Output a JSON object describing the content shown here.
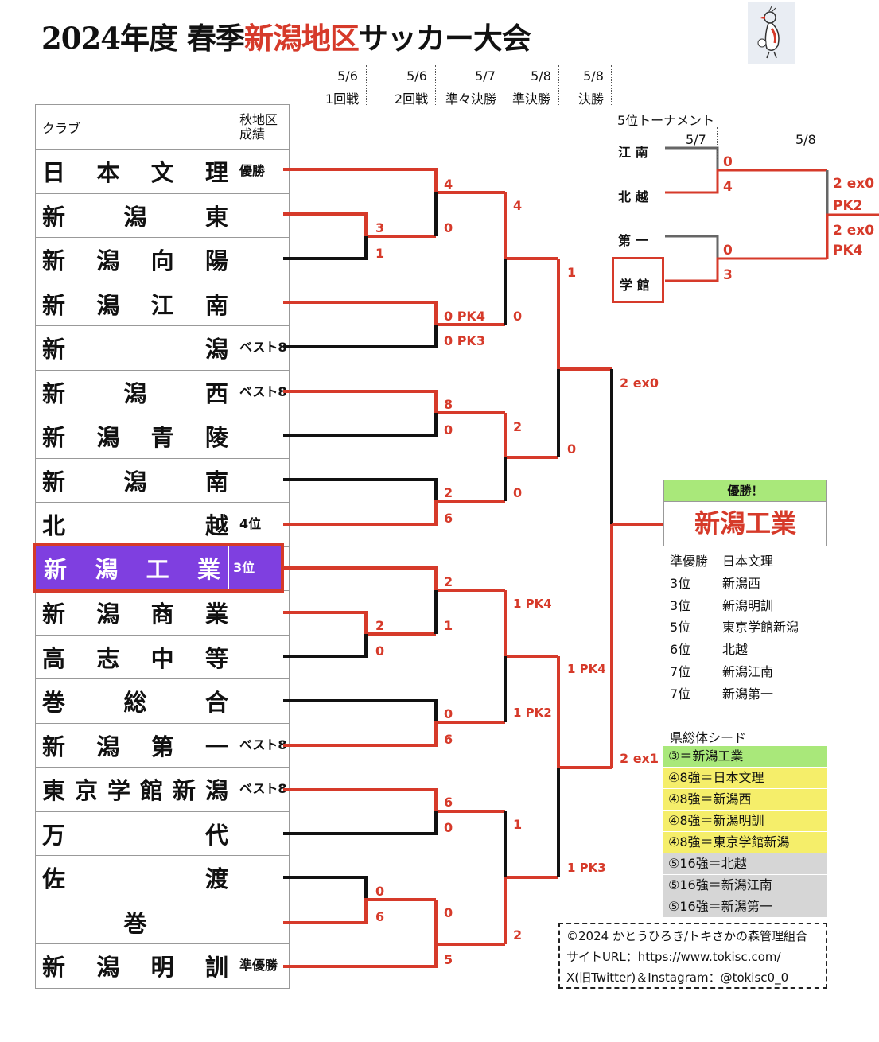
{
  "title": {
    "year": "2024年度 春季",
    "region": "新潟地区",
    "rest": "サッカー大会"
  },
  "mascot_icon": "bird-mascot-icon",
  "colors": {
    "red": "#d63a2a",
    "highlight": "#7f3fe0",
    "green": "#a9e87a",
    "yellow": "#f5ee6a",
    "gray": "#d6d6d6"
  },
  "rounds": [
    {
      "date": "5/6",
      "name": "1回戦"
    },
    {
      "date": "5/6",
      "name": "2回戦"
    },
    {
      "date": "5/7",
      "name": "準々決勝"
    },
    {
      "date": "5/8",
      "name": "準決勝"
    },
    {
      "date": "5/8",
      "name": "決勝"
    }
  ],
  "table_header": {
    "club": "クラブ",
    "record": "秋地区\n成績"
  },
  "teams": [
    {
      "name": "日本文理",
      "record": "優勝"
    },
    {
      "name": "新潟東",
      "record": ""
    },
    {
      "name": "新潟向陽",
      "record": ""
    },
    {
      "name": "新潟江南",
      "record": ""
    },
    {
      "name": "新潟",
      "record": "ベスト8"
    },
    {
      "name": "新潟西",
      "record": "ベスト8"
    },
    {
      "name": "新潟青陵",
      "record": ""
    },
    {
      "name": "新潟南",
      "record": ""
    },
    {
      "name": "北越",
      "record": "4位"
    },
    {
      "name": "新潟工業",
      "record": "3位"
    },
    {
      "name": "新潟商業",
      "record": ""
    },
    {
      "name": "高志中等",
      "record": ""
    },
    {
      "name": "巻総合",
      "record": ""
    },
    {
      "name": "新潟第一",
      "record": "ベスト8"
    },
    {
      "name": "東京学館新潟",
      "record": "ベスト8"
    },
    {
      "name": "万代",
      "record": ""
    },
    {
      "name": "佐渡",
      "record": ""
    },
    {
      "name": "巻",
      "record": ""
    },
    {
      "name": "新潟明訓",
      "record": "準優勝"
    }
  ],
  "scores": {
    "r1_a": [
      "3",
      "1"
    ],
    "r1_b": [
      "2",
      "0"
    ],
    "r1_c": [
      "0",
      "6"
    ],
    "r2": [
      [
        "4",
        "0"
      ],
      [
        "0 PK4",
        "0 PK3"
      ],
      [
        "8",
        "0"
      ],
      [
        "2",
        "6"
      ],
      [
        "2",
        "1"
      ],
      [
        "0",
        "6"
      ],
      [
        "6",
        "0"
      ],
      [
        "0",
        "5"
      ]
    ],
    "qf": [
      [
        "4",
        "0"
      ],
      [
        "2",
        "0"
      ],
      [
        "1 PK4",
        "1 PK2"
      ],
      [
        "1",
        "2"
      ]
    ],
    "sf": [
      [
        "1",
        "0"
      ],
      [
        "1 PK4",
        "1 PK3"
      ]
    ],
    "final": [
      "2 ex0",
      "2 ex1"
    ]
  },
  "fifth": {
    "title": "5位トーナメント",
    "dates": [
      "5/7",
      "5/8"
    ],
    "teams": [
      "江 南",
      "北 越",
      "第 一",
      "学 館"
    ],
    "scores": [
      "0",
      "4",
      "0",
      "3"
    ],
    "final": [
      "2 ex0",
      "PK2",
      "2 ex0",
      "PK4"
    ]
  },
  "champion": {
    "label": "優勝！",
    "name": "新潟工業"
  },
  "ranking": [
    {
      "place": "準優勝",
      "team": "日本文理"
    },
    {
      "place": "3位",
      "team": "新潟西"
    },
    {
      "place": "3位",
      "team": "新潟明訓"
    },
    {
      "place": "5位",
      "team": "東京学館新潟"
    },
    {
      "place": "6位",
      "team": "北越"
    },
    {
      "place": "7位",
      "team": "新潟江南"
    },
    {
      "place": "7位",
      "team": "新潟第一"
    }
  ],
  "seed": {
    "title": "県総体シード",
    "items": [
      {
        "text": "③＝新潟工業",
        "tier": "green"
      },
      {
        "text": "④8強＝日本文理",
        "tier": "yellow"
      },
      {
        "text": "④8強＝新潟西",
        "tier": "yellow"
      },
      {
        "text": "④8強＝新潟明訓",
        "tier": "yellow"
      },
      {
        "text": "④8強＝東京学館新潟",
        "tier": "yellow"
      },
      {
        "text": "⑤16強＝北越",
        "tier": "gray"
      },
      {
        "text": "⑤16強＝新潟江南",
        "tier": "gray"
      },
      {
        "text": "⑤16強＝新潟第一",
        "tier": "gray"
      }
    ]
  },
  "credit": {
    "line1": "©2024 かとうひろき/トキさかの森管理組合",
    "line2_label": "サイトURL：",
    "line2_url": "https://www.tokisc.com/",
    "line3": "X(旧Twitter)＆Instagram：@tokisc0_0"
  }
}
